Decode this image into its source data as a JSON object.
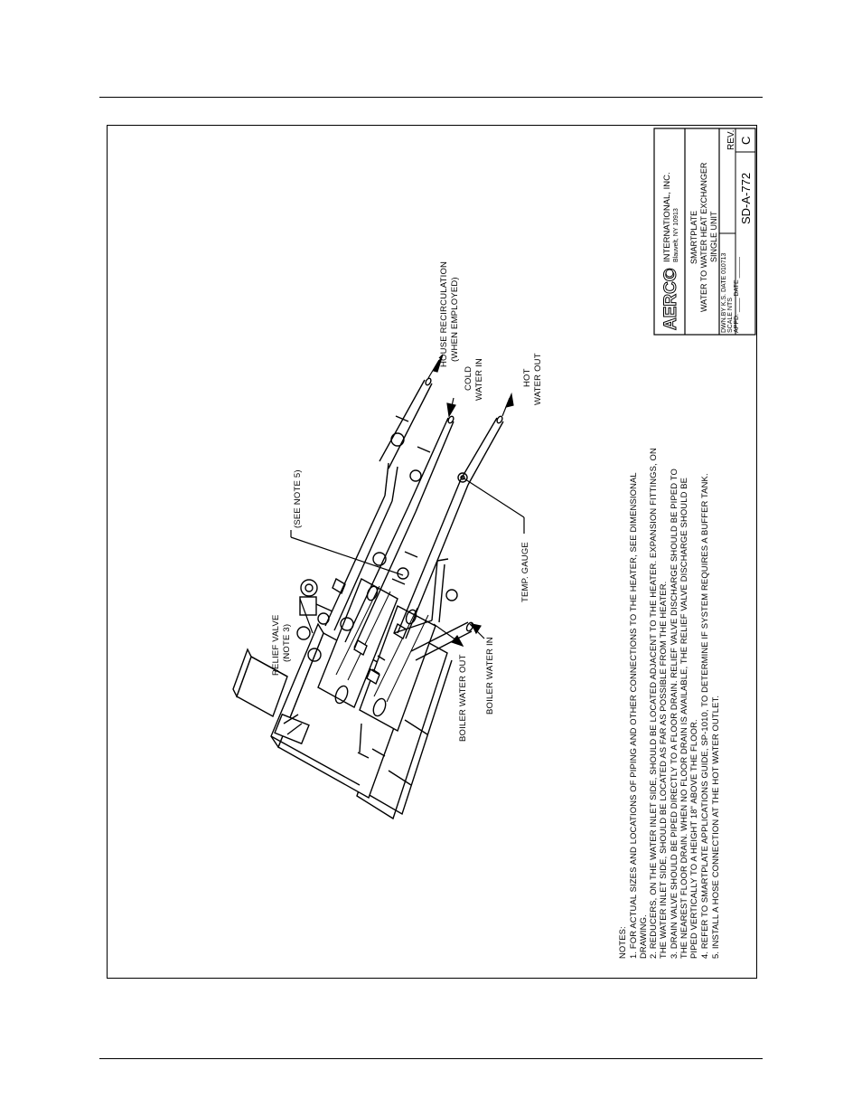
{
  "labels": {
    "house_recirc_1": "HOUSE  RECIRCULATION",
    "house_recirc_2": "(WHEN  EMPLOYED)",
    "cold_1": "COLD",
    "cold_2": "WATER  IN",
    "hot_1": "HOT",
    "hot_2": "WATER  OUT",
    "see_note": "(SEE  NOTE  5)",
    "relief_1": "RELIEF  VALVE",
    "relief_2": "(NOTE  3)",
    "temp_gauge": "TEMP.  GAUGE",
    "boiler_out": "BOILER  WATER  OUT",
    "boiler_in": "BOILER  WATER  IN"
  },
  "notes": {
    "heading": "NOTES:",
    "lines": [
      "1.  FOR  ACTUAL  SIZES  AND  LOCATIONS  OF  PIPING  AND  OTHER  CONNECTIONS  TO  THE  HEATER,  SEE  DIMENSIONAL",
      "     DRAWING.",
      "2.  REDUCERS,  ON  THE  WATER  INLET  SIDE,  SHOULD  BE  LOCATED  ADJACENT  TO  THE  HEATER.  EXPANSION  FITTINGS,  ON",
      "     THE    WATER  INLET  SIDE,  SHOULD  BE  LOCATED  AS  FAR  AS  POSSIBLE  FROM  THE  HEATER.",
      "3.  DRAIN  VALVE  SHOULD  BE  PIPED  DIRECTLY  TO  A  FLOOR  DRAIN.  RELIEF  VALVE  DISCHARGE  SHOULD  BE  PIPED  TO",
      "     THE  NEAREST  FLOOR  DRAIN.   WHEN  NO  FLOOR  DRAIN  IS  AVAILABLE,  THE  RELIEF  VALVE  DISCHARGE  SHOULD  BE",
      "     PIPED  VERTICALLY  TO  A  HEIGHT  18\"  ABOVE  THE  FLOOR.",
      "4.  REFER  TO  SMARTPLATE  APPLICATIONS  GUIDE,  SP-1010,  TO  DETERMINE  IF  SYSTEM  REQUIRES  A  BUFFER  TANK.",
      "5.  INSTALL  A  HOSE  CONNECTION  AT  THE  HOT  WATER  OUTLET."
    ]
  },
  "title_block": {
    "logo": "AERCO",
    "company": "INTERNATIONAL, INC.",
    "address": "Blauvelt, NY 10913",
    "title_1": "SMARTPLATE",
    "title_2": "WATER  TO  WATER  HEAT  EXCHANGER",
    "title_3": "SINGLE  UNIT",
    "dwn_by": "DWN.BY  K.S.  DATE  010713",
    "scale": "SCALE    NTS",
    "appd": "APPD.  ____  DATE  ______",
    "dwg_no": "SD-A-772",
    "rev_label": "REV.",
    "rev": "C"
  }
}
